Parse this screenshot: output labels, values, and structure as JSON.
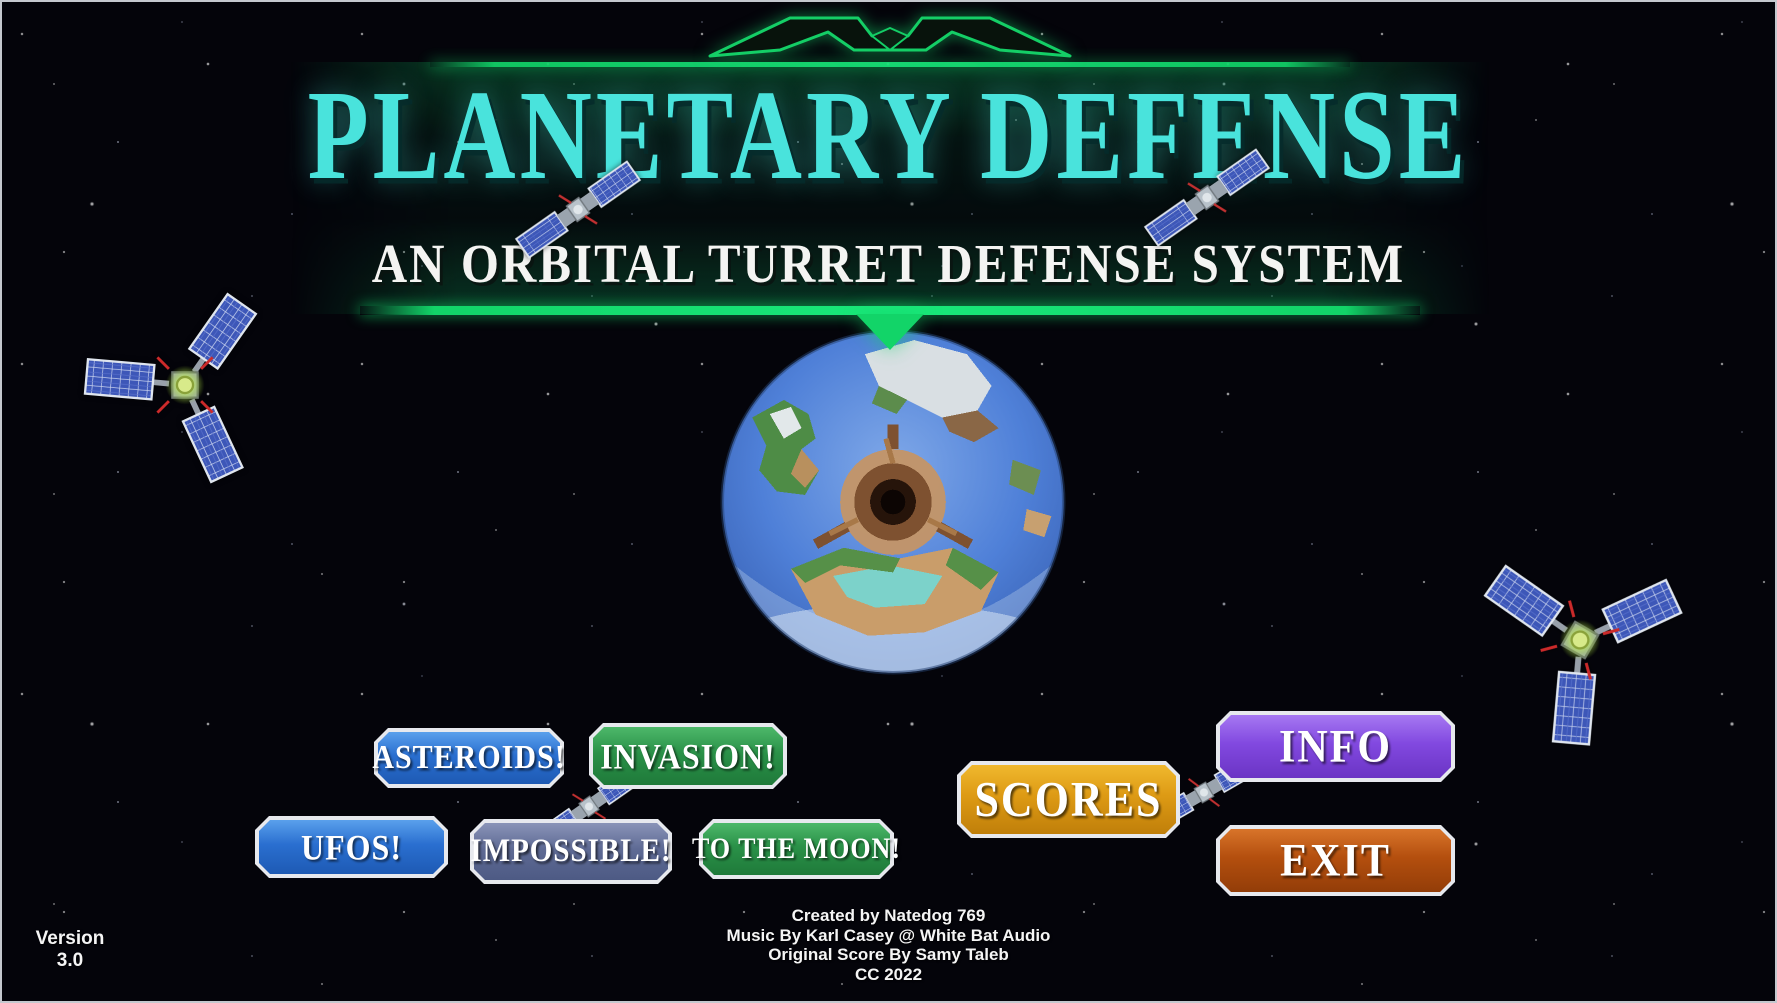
{
  "header": {
    "title": "PLANETARY DEFENSE",
    "subtitle": "AN ORBITAL TURRET DEFENSE SYSTEM",
    "title_color": "#49e3dc",
    "banner_green": "#12d468"
  },
  "menu": {
    "asteroids": "ASTEROIDS!",
    "invasion": "INVASION!",
    "ufos": "UFOS!",
    "impossible": "IMPOSSIBLE!",
    "to_the_moon": "TO THE MOON!",
    "scores": "SCORES",
    "info": "INFO",
    "exit": "EXIT"
  },
  "menu_colors": {
    "asteroids": "#2a6fd0",
    "invasion": "#2a9148",
    "ufos": "#2a6fd0",
    "impossible": "#5f6b95",
    "to_the_moon": "#2a9148",
    "scores": "#dd9a14",
    "info": "#8249e0",
    "exit": "#b44f0e"
  },
  "credits": {
    "lines": [
      "Created by Natedog 769",
      "Music By Karl Casey @ White Bat Audio",
      "Original Score By Samy Taleb",
      "CC 2022"
    ]
  },
  "version": {
    "label": "Version",
    "value": "3.0"
  },
  "decor": {
    "icons": [
      "planet-earth",
      "satellite-icon",
      "banner-emblem",
      "down-arrow-icon"
    ]
  }
}
